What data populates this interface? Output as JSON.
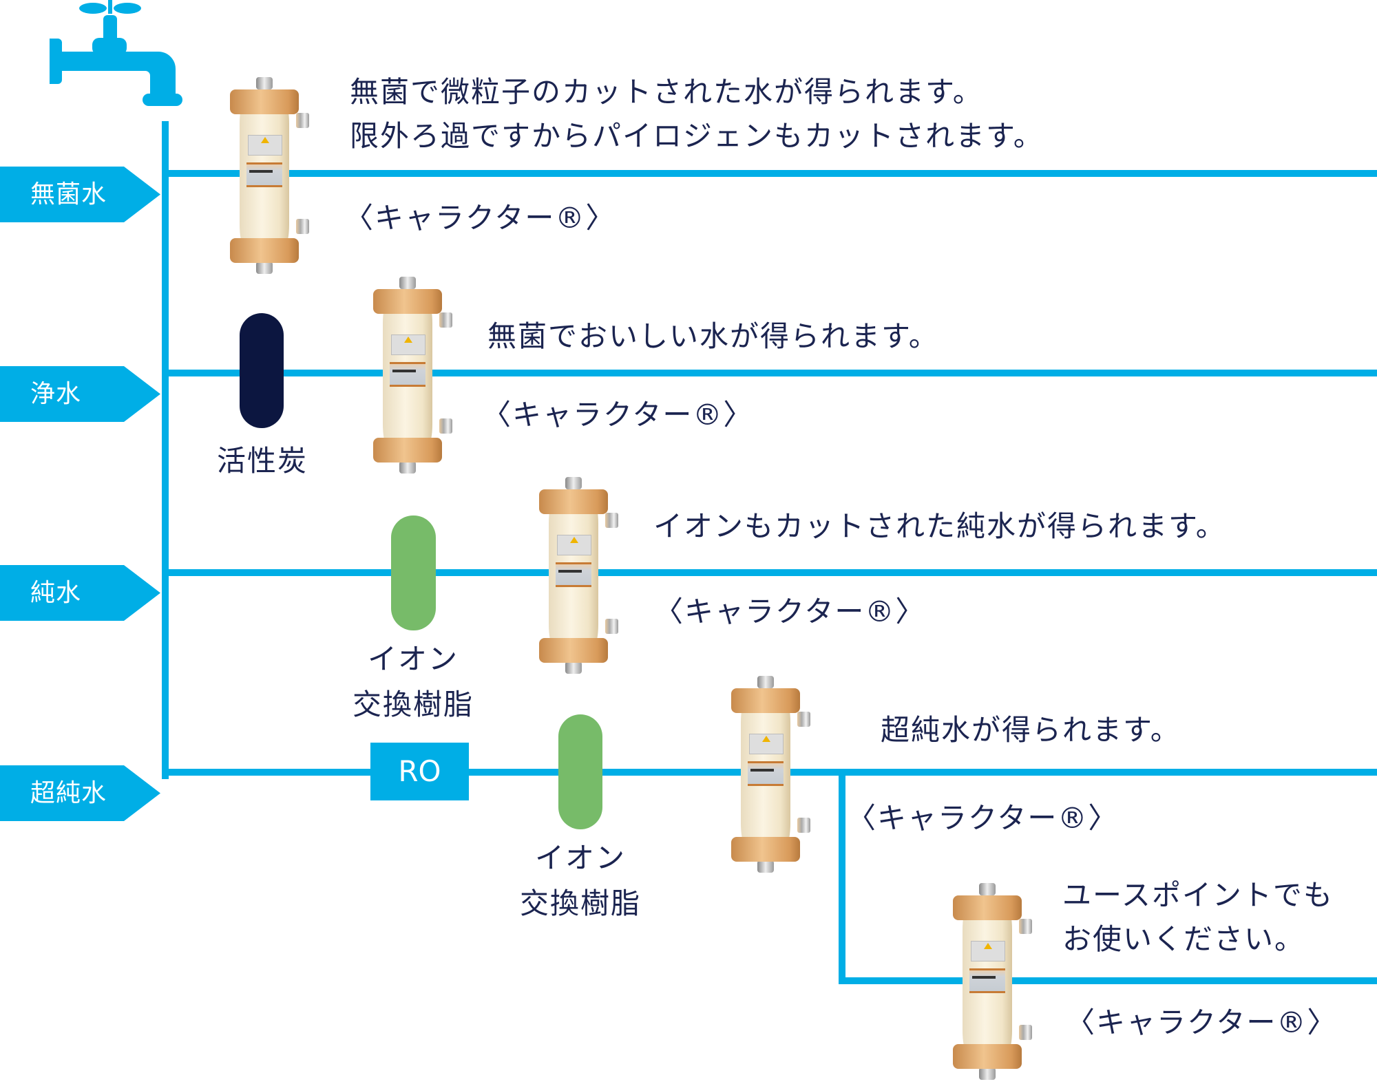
{
  "colors": {
    "pipe": "#00aee6",
    "text": "#1b2450",
    "carbon": "#0c1640",
    "ion_resin": "#77bb69"
  },
  "faucet": {
    "icon": "faucet-icon"
  },
  "outputs": [
    {
      "tag": "無菌水",
      "description_lines": [
        "無菌で微粒子のカットされた水が得られます。",
        "限外ろ過ですからパイロジェンもカットされます。"
      ],
      "product": "〈キャラクター®〉"
    },
    {
      "tag": "浄水",
      "description_lines": [
        "無菌でおいしい水が得られます。"
      ],
      "product": "〈キャラクター®〉"
    },
    {
      "tag": "純水",
      "description_lines": [
        "イオンもカットされた純水が得られます。"
      ],
      "product": "〈キャラクター®〉"
    },
    {
      "tag": "超純水",
      "description_lines": [
        "超純水が得られます。"
      ],
      "product": "〈キャラクター®〉"
    }
  ],
  "point_of_use": {
    "description_lines": [
      "ユースポイントでも",
      "お使いください。"
    ],
    "product": "〈キャラクター®〉"
  },
  "components": {
    "carbon": {
      "label": "活性炭"
    },
    "ion_exchange_1": {
      "label_lines": [
        "イオン",
        "交換樹脂"
      ]
    },
    "ion_exchange_2": {
      "label_lines": [
        "イオン",
        "交換樹脂"
      ]
    },
    "ro": {
      "label": "RO"
    }
  }
}
